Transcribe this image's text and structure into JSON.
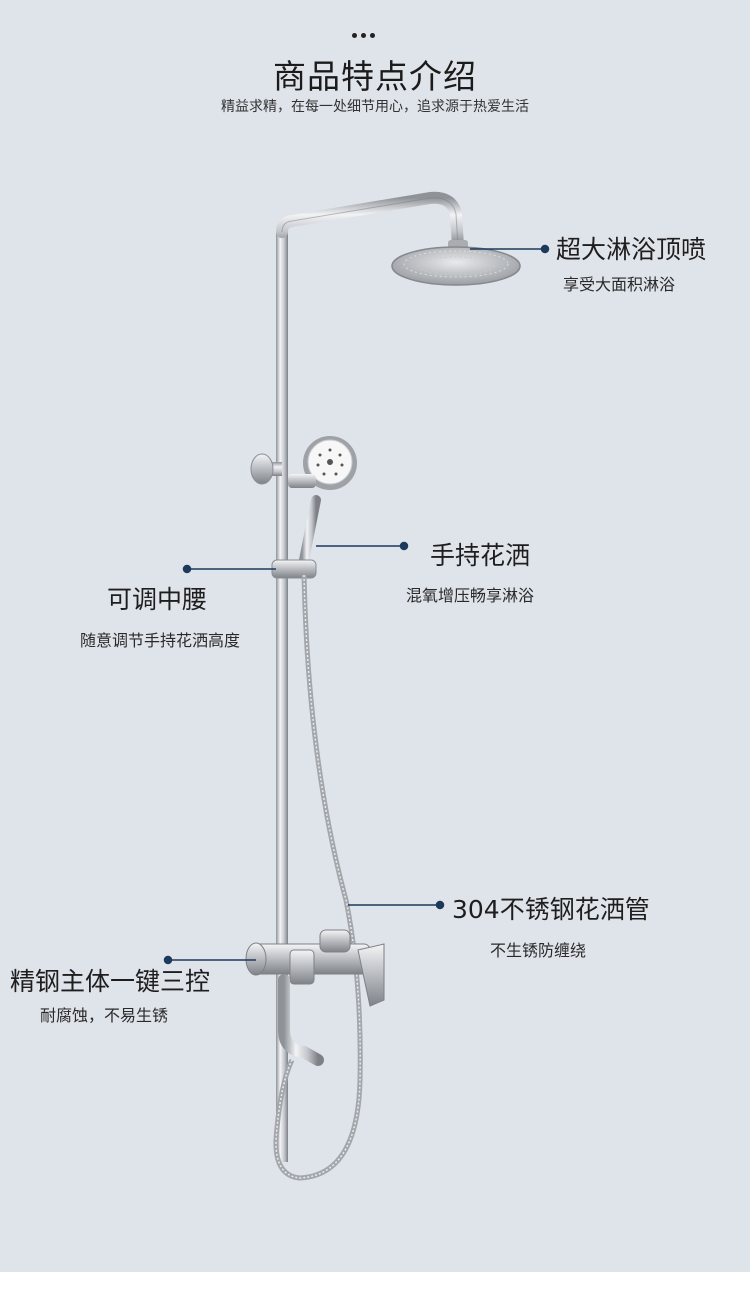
{
  "header": {
    "title": "商品特点介绍",
    "subtitle": "精益求精，在每一处细节用心，追求源于热爱生活"
  },
  "callouts": {
    "top_shower": {
      "title": "超大淋浴顶喷",
      "desc": "享受大面积淋浴"
    },
    "hand_shower": {
      "title": "手持花洒",
      "desc": "混氧增压畅享淋浴"
    },
    "adjustable_bracket": {
      "title": "可调中腰",
      "desc": "随意调节手持花洒高度"
    },
    "hose": {
      "title": "304不锈钢花洒管",
      "desc": "不生锈防缠绕"
    },
    "main_body": {
      "title": "精钢主体一键三控",
      "desc": "耐腐蚀，不易生锈"
    }
  },
  "colors": {
    "background": "#dfe3ea",
    "callout_line": "#1d3a5c",
    "steel": "#b9bcc1"
  }
}
